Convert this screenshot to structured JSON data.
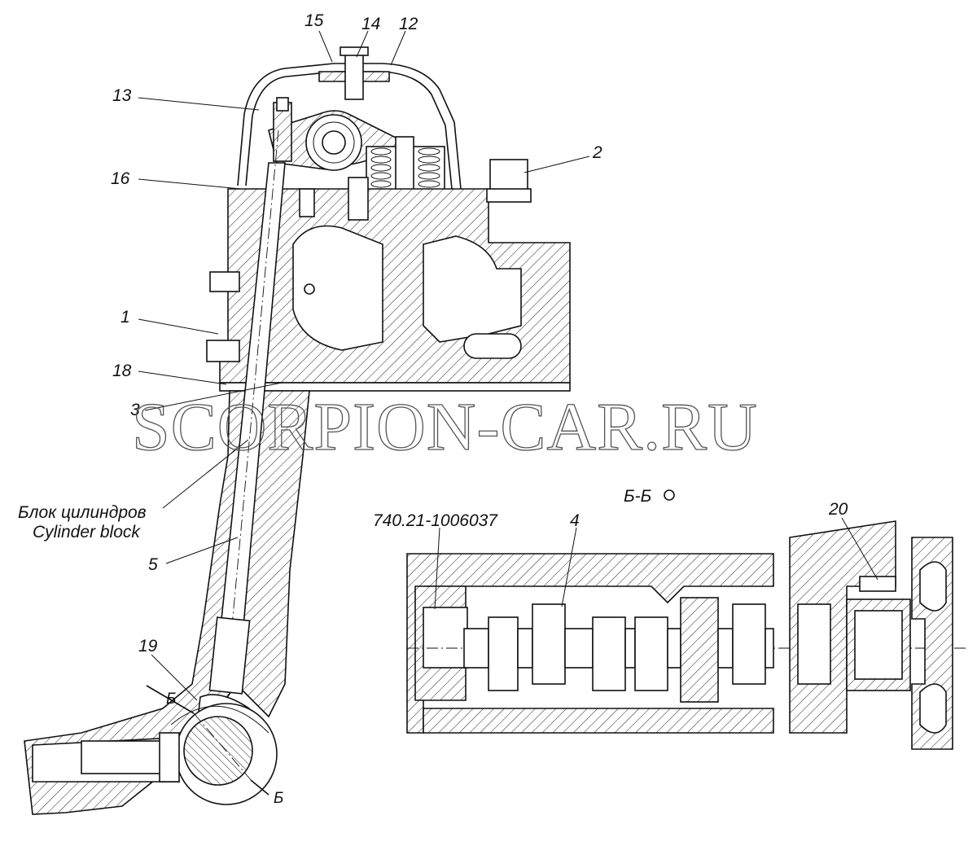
{
  "watermark": "SCORPION-CAR.RU",
  "section_view_title": "Б-Б",
  "part_number": "740.21-1006037",
  "block_label_ru": "Блок цилиндров",
  "block_label_en": "Cylinder block",
  "section_marks": [
    "Б",
    "Б"
  ],
  "callouts": [
    "15",
    "14",
    "12",
    "13",
    "2",
    "16",
    "1",
    "18",
    "3",
    "5",
    "19",
    "4",
    "20"
  ]
}
